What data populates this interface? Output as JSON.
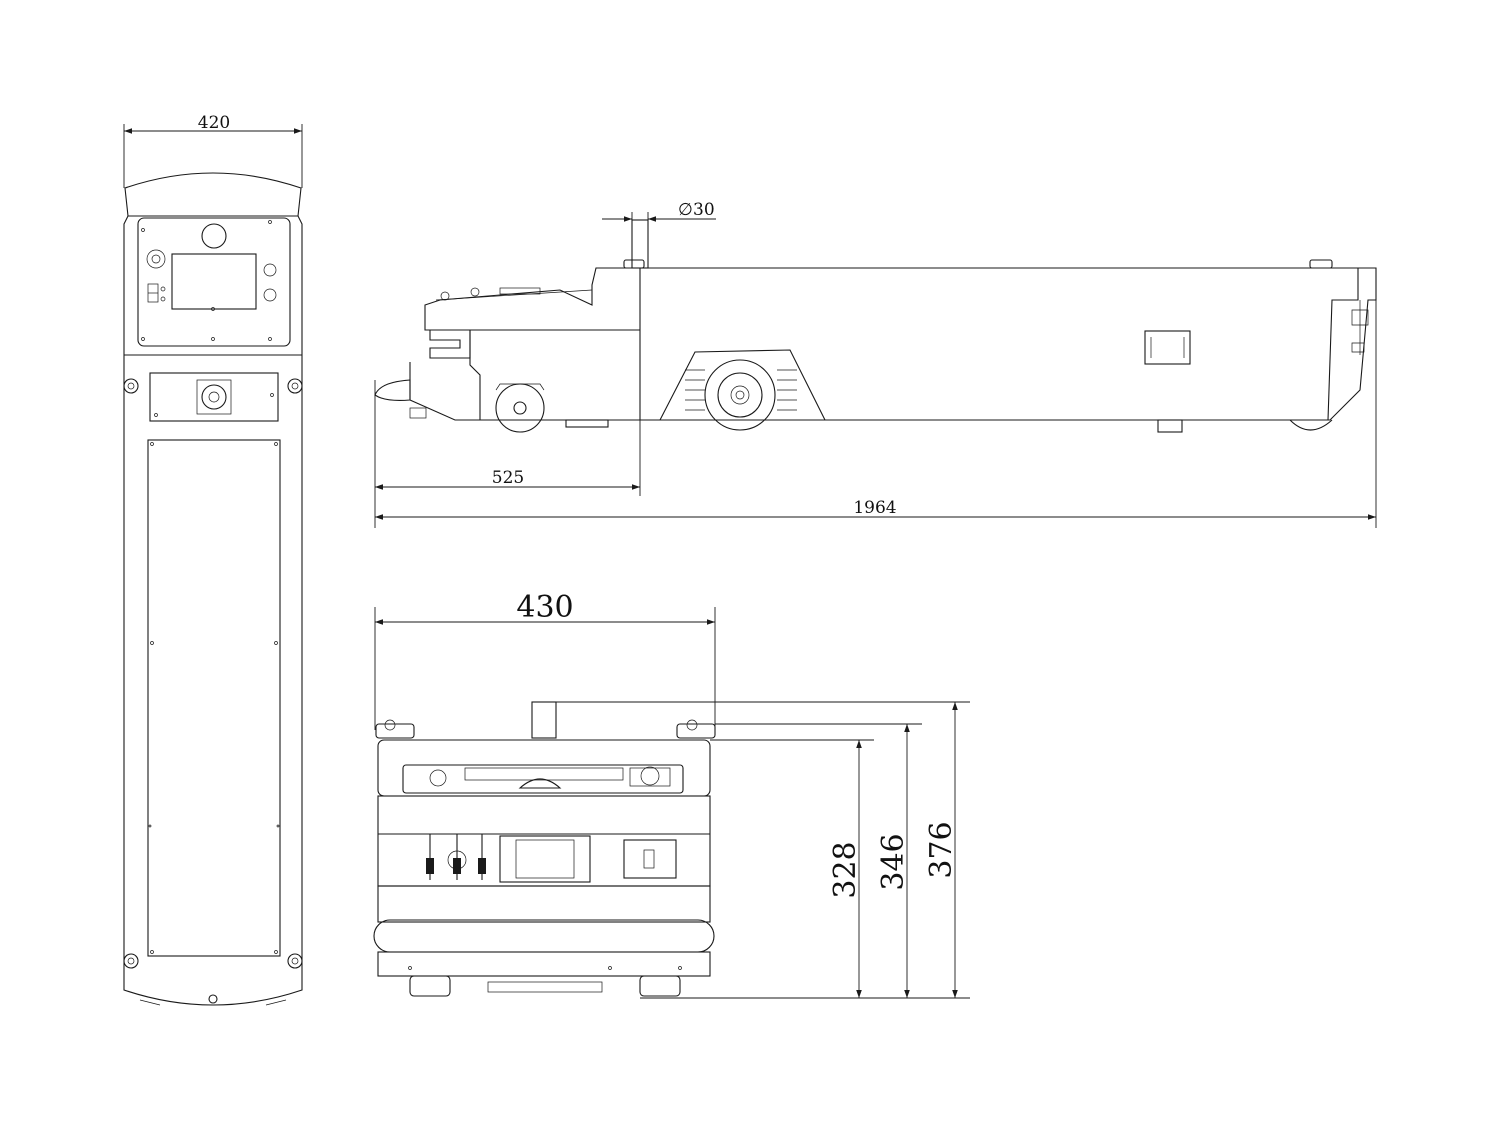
{
  "drawing": {
    "line_color": "#1a1a1a",
    "background": "#ffffff",
    "views": [
      "front-view",
      "side-view",
      "rear-view"
    ],
    "dimensions": {
      "front_width": "420",
      "pin_diameter_symbol": "∅",
      "pin_diameter_value": "30",
      "front_offset": "525",
      "overall_length": "1964",
      "rear_width": "430",
      "height_body": "328",
      "height_top": "346",
      "height_pin": "376"
    }
  }
}
